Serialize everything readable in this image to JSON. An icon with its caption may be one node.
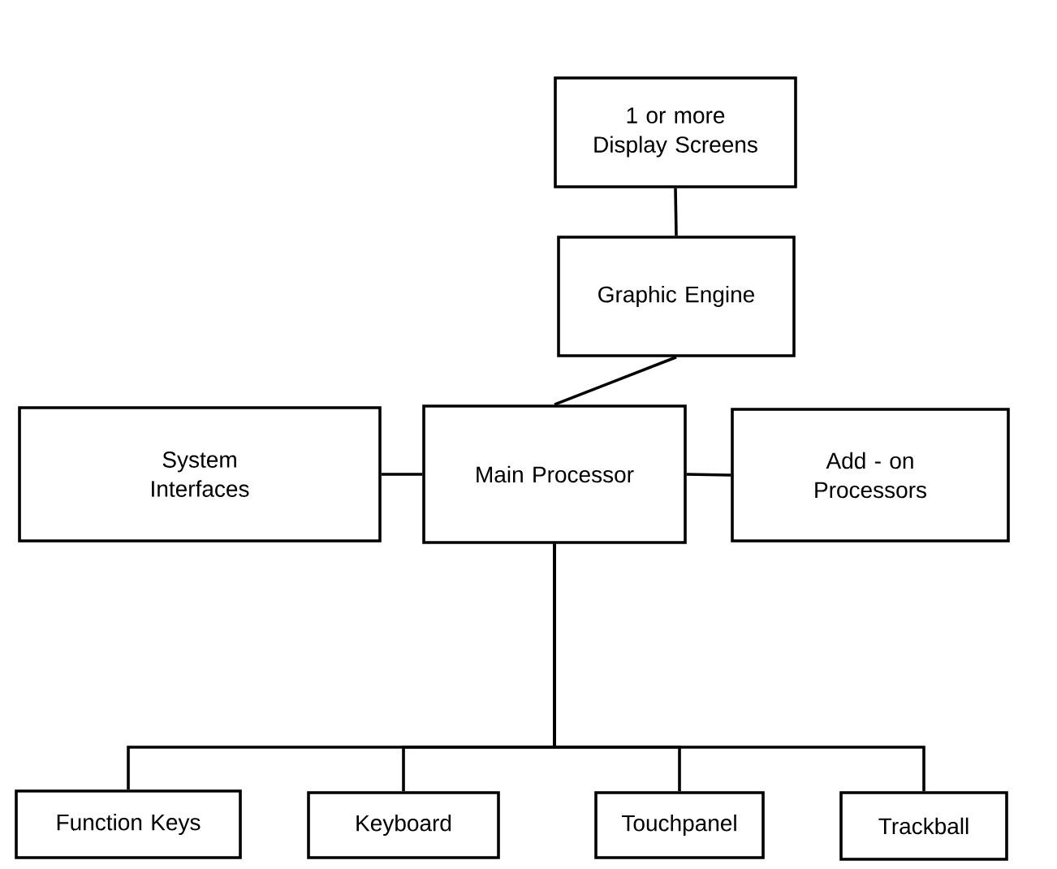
{
  "diagram": {
    "nodes": [
      {
        "text": [
          "1 or more Display Screens"
        ]
      },
      {
        "text": [
          "Graphic Engine"
        ]
      },
      {
        "text": [
          "System Interfaces"
        ]
      },
      {
        "text": [
          "Main Processor"
        ]
      },
      {
        "text": [
          "Add - on Processors"
        ]
      },
      {
        "text": [
          "Function Keys"
        ]
      },
      {
        "text": [
          "Keyboard"
        ]
      },
      {
        "text": [
          "Touchpanel"
        ]
      },
      {
        "text": [
          "Trackball"
        ]
      }
    ],
    "edges": [
      {
        "from": 0,
        "to": 1,
        "arrow": "none"
      },
      {
        "from": 1,
        "to": 3,
        "arrow": "none"
      },
      {
        "from": 2,
        "to": 3,
        "arrow": "none"
      },
      {
        "from": 3,
        "to": 4,
        "arrow": "none"
      },
      {
        "from": 3,
        "to": 5,
        "arrow": "none"
      },
      {
        "from": 3,
        "to": 6,
        "arrow": "none"
      },
      {
        "from": 3,
        "to": 7,
        "arrow": "none"
      },
      {
        "from": 3,
        "to": 8,
        "arrow": "none"
      }
    ]
  }
}
